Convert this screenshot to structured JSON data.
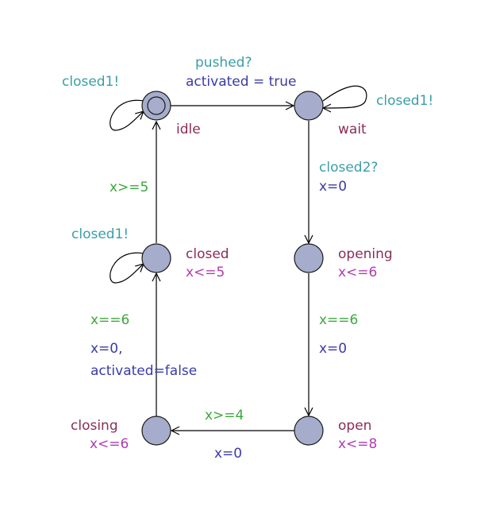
{
  "colors": {
    "state_fill": "#a6adcc",
    "location_name": "#8a2d57",
    "invariant": "#b03cb4",
    "synchronisation": "#3a9ea8",
    "guard": "#3ca83c",
    "assignment": "#3a3aa8"
  },
  "states": {
    "idle": {
      "name": "idle",
      "initial": true
    },
    "wait": {
      "name": "wait"
    },
    "opening": {
      "name": "opening",
      "invariant": "x<=6"
    },
    "open": {
      "name": "open",
      "invariant": "x<=8"
    },
    "closing": {
      "name": "closing",
      "invariant": "x<=6"
    },
    "closed": {
      "name": "closed",
      "invariant": "x<=5"
    }
  },
  "transitions": {
    "idle_wait": {
      "sync": "pushed?",
      "assign": "activated = true"
    },
    "idle_self": {
      "sync": "closed1!"
    },
    "wait_self": {
      "sync": "closed1!"
    },
    "wait_opening": {
      "sync": "closed2?",
      "assign": "x=0"
    },
    "opening_open": {
      "guard": "x==6",
      "assign": "x=0"
    },
    "open_closing": {
      "guard": "x>=4",
      "assign": "x=0"
    },
    "closing_closed": {
      "guard": "x==6",
      "assign_line1": "x=0,",
      "assign_line2": "activated=false"
    },
    "closed_self": {
      "sync": "closed1!"
    },
    "closed_idle": {
      "guard": "x>=5"
    }
  }
}
